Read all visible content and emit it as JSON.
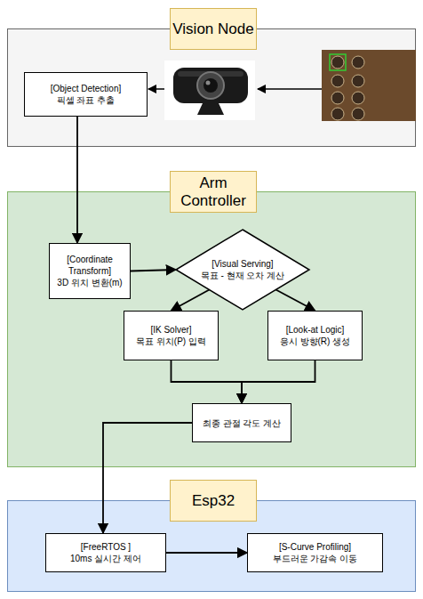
{
  "diagram": {
    "nodes": [
      {
        "text": [
          "Vision Node"
        ]
      },
      {
        "text": [
          "[Object Detection]",
          "픽셀 좌표 추출"
        ],
        "in": 0
      },
      {
        "text": [
          "Arm Controller"
        ]
      },
      {
        "text": [
          "[Coordinate Transform]",
          "3D 위치 변환(m)"
        ],
        "in": 2
      },
      {
        "text": [
          "[Visual Serving]",
          "목표 - 현재 오차 계산"
        ],
        "in": 2
      },
      {
        "text": [
          "[IK Solver]",
          "목표 위치(P) 입력"
        ],
        "in": 2
      },
      {
        "text": [
          "[Look-at Logic]",
          "응시 방향(R) 생성"
        ],
        "in": 2
      },
      {
        "text": [
          "최종 관절 각도 계산"
        ],
        "in": 2
      },
      {
        "text": [
          "Esp32"
        ]
      },
      {
        "text": [
          "[FreeRTOS ]",
          "10ms 실시간 제어"
        ],
        "in": 8
      },
      {
        "text": [
          "[S-Curve Profiling]",
          "부드러운 가감속 이동"
        ],
        "in": 8
      }
    ],
    "edges": [
      {
        "from": 1,
        "to": 3,
        "arrow": "to"
      },
      {
        "from": 3,
        "to": 4,
        "arrow": "to"
      },
      {
        "from": 4,
        "to": 5,
        "arrow": "to"
      },
      {
        "from": 4,
        "to": 6,
        "arrow": "to"
      },
      {
        "from": 5,
        "to": 7,
        "arrow": "to"
      },
      {
        "from": 6,
        "to": 7,
        "arrow": "to"
      },
      {
        "from": 7,
        "to": 9,
        "arrow": "to"
      },
      {
        "from": 9,
        "to": 10,
        "arrow": "to"
      }
    ]
  }
}
